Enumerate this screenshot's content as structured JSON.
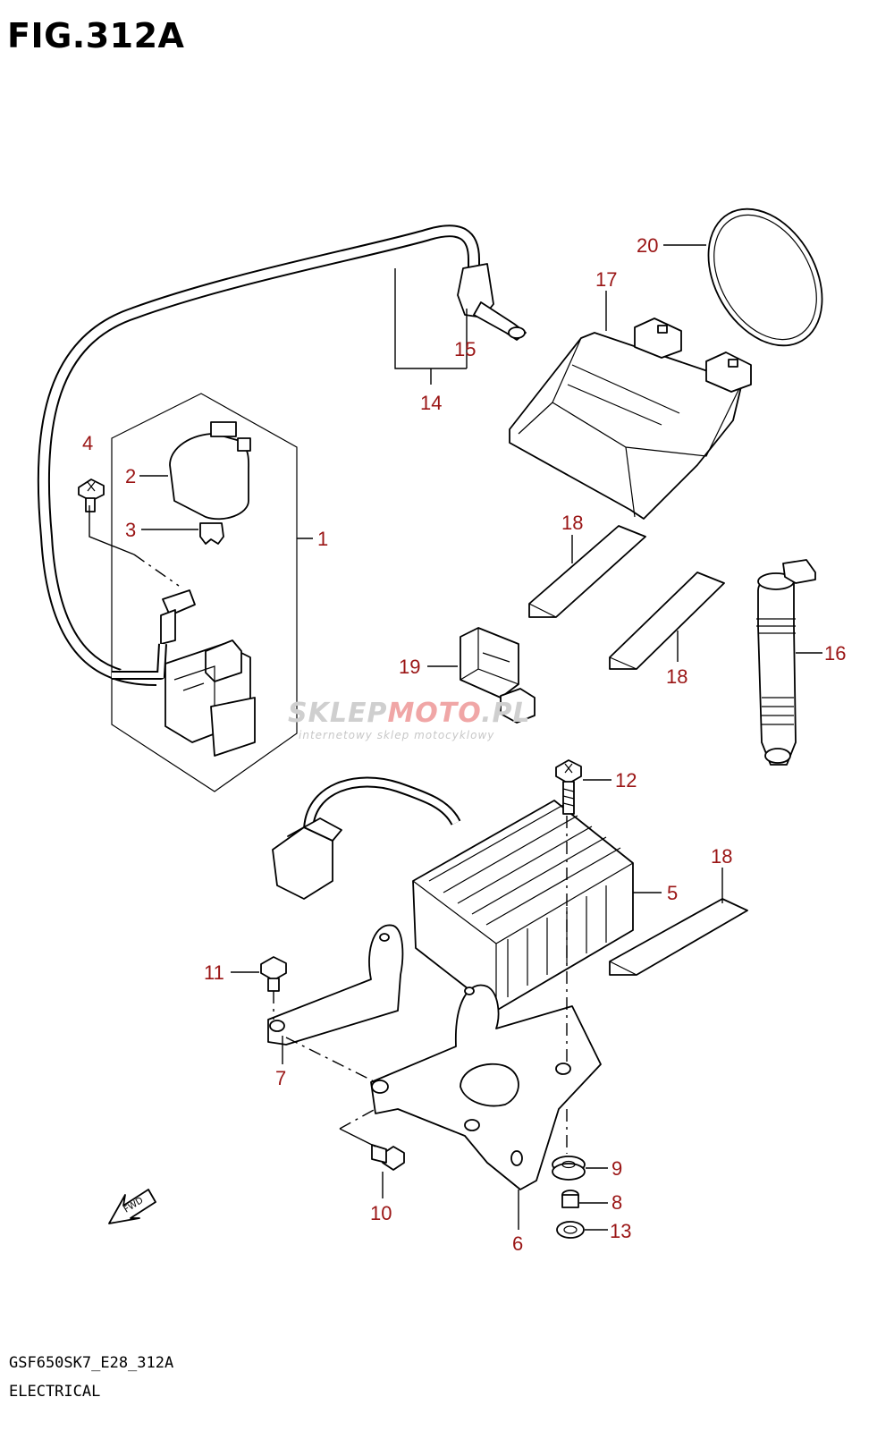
{
  "figure": {
    "title": "FIG.312A",
    "model_code": "GSF650SK7_E28_312A",
    "section": "ELECTRICAL"
  },
  "watermark": {
    "brand_part1": "SKLEP",
    "brand_part2": "MOTO",
    "brand_part3": ".PL",
    "tagline": "internetowy sklep motocyklowy"
  },
  "fwd_label": "FWD",
  "callouts": [
    "1",
    "2",
    "3",
    "4",
    "5",
    "6",
    "7",
    "8",
    "9",
    "10",
    "11",
    "12",
    "13",
    "14",
    "15",
    "16",
    "17",
    "18",
    "18",
    "18",
    "19",
    "20"
  ]
}
